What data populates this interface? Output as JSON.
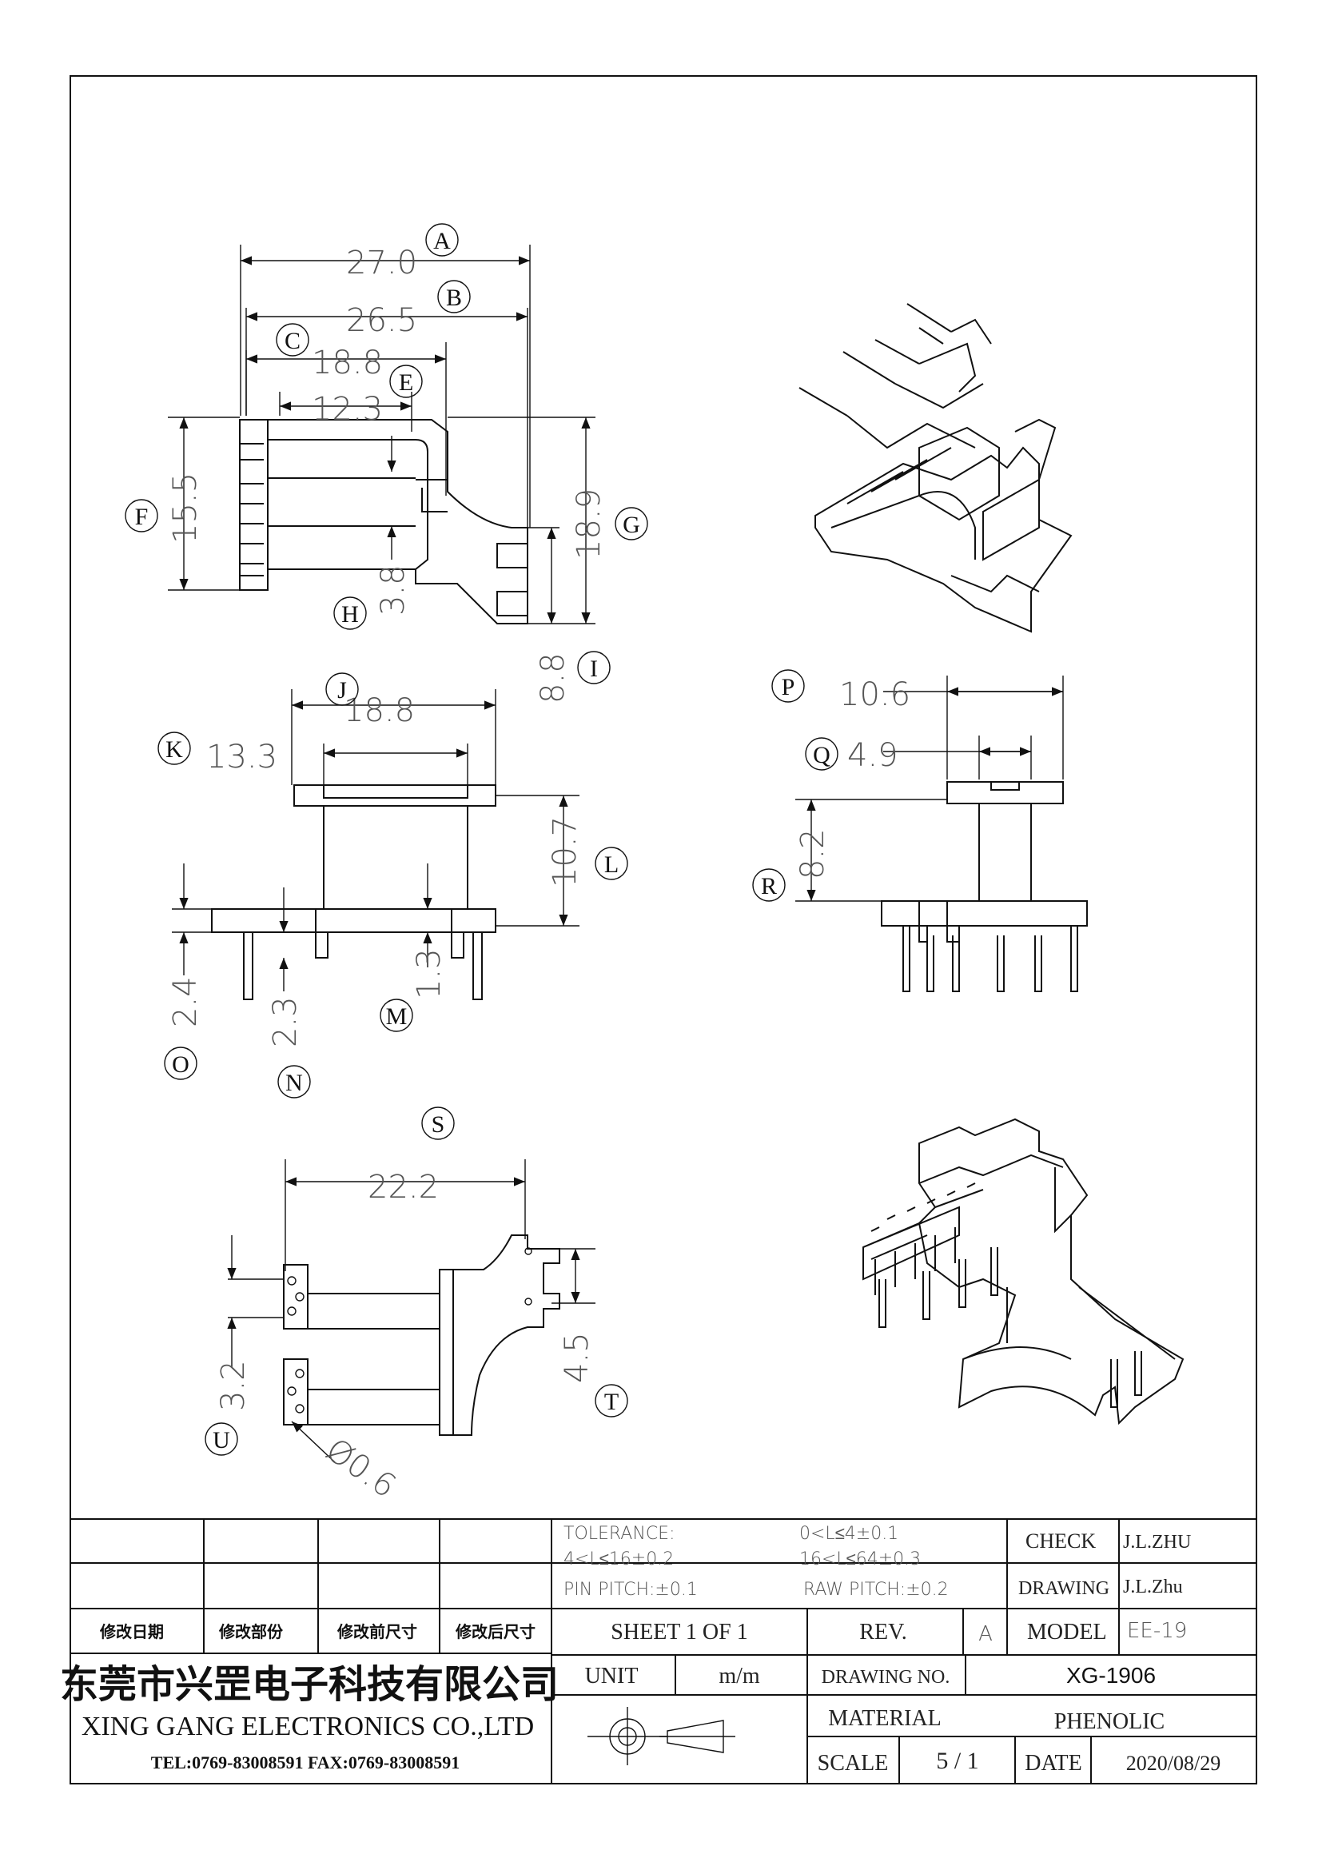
{
  "dimensions": {
    "A": {
      "label": "A",
      "value": "27.0"
    },
    "B": {
      "label": "B",
      "value": "26.5"
    },
    "C": {
      "label": "C",
      "value": "18.8"
    },
    "E": {
      "label": "E",
      "value": "12.3"
    },
    "F": {
      "label": "F",
      "value": "15.5"
    },
    "G": {
      "label": "G",
      "value": "18.9"
    },
    "H": {
      "label": "H",
      "value": "3.8"
    },
    "I": {
      "label": "I",
      "value": "8.8"
    },
    "J": {
      "label": "J",
      "value": "18.8"
    },
    "K": {
      "label": "K",
      "value": "13.3"
    },
    "L": {
      "label": "L",
      "value": "10.7"
    },
    "M": {
      "label": "M",
      "value": "1.3"
    },
    "N": {
      "label": "N",
      "value": "2.3"
    },
    "O": {
      "label": "O",
      "value": "2.4"
    },
    "P": {
      "label": "P",
      "value": "10.6"
    },
    "Q": {
      "label": "Q",
      "value": "4.9"
    },
    "R": {
      "label": "R",
      "value": "8.2"
    },
    "S": {
      "label": "S",
      "value": "22.2"
    },
    "T": {
      "label": "T",
      "value": "4.5"
    },
    "U": {
      "label": "U",
      "value": "3.2"
    },
    "U2": {
      "value": "Ø0.6"
    }
  },
  "title_block": {
    "revision_headers": [
      "修改日期",
      "修改部份",
      "修改前尺寸",
      "修改后尺寸"
    ],
    "tolerance_label": "TOLERANCE:",
    "tol_1": "0<L≤4±0.1",
    "tol_2": "4<L≤16±0.2",
    "tol_3": "16<L≤64±0.3",
    "pin_pitch": "PIN PITCH:±0.1",
    "raw_pitch": "RAW PITCH:±0.2",
    "check_label": "CHECK",
    "check_value": "J.L.ZHU",
    "drawing_label": "DRAWING",
    "drawing_value": "J.L.Zhu",
    "sheet": "SHEET 1 OF 1",
    "rev_label": "REV.",
    "rev_value": "A",
    "model_label": "MODEL",
    "model_value": "EE-19",
    "unit_label": "UNIT",
    "unit_value": "m/m",
    "drawing_no_label": "DRAWING NO.",
    "drawing_no_value": "XG-1906",
    "material_label": "MATERIAL",
    "material_value": "PHENOLIC",
    "scale_label": "SCALE",
    "scale_value": "5 / 1",
    "date_label": "DATE",
    "date_value": "2020/08/29",
    "company_cn": "东莞市兴罡电子科技有限公司",
    "company_en": "XING GANG  ELECTRONICS CO.,LTD",
    "contact": "TEL:0769-83008591 FAX:0769-83008591"
  }
}
